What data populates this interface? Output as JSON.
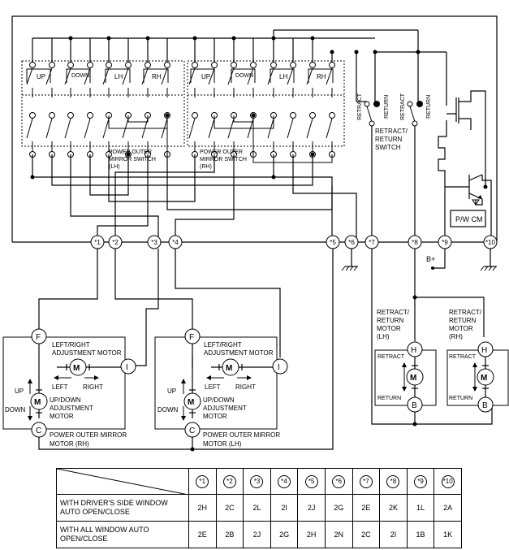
{
  "switch_labels": {
    "lh": {
      "up": "UP",
      "down": "DOWN",
      "lh": "LH",
      "rh": "RH",
      "name1": "POWER OUTER",
      "name2": "MIRROR SWITCH",
      "name3": "(LH)"
    },
    "rh": {
      "up": "UP",
      "down": "DOWN",
      "lh": "LH",
      "rh": "RH",
      "name1": "POWER OUTER",
      "name2": "MIRROR SWITCH",
      "name3": "(RH)"
    }
  },
  "retract_switch": {
    "retract1": "RETRACT",
    "return1": "RETURN",
    "retract2": "RETRACT",
    "return2": "RETURN",
    "name1": "RETRACT/",
    "name2": "RETURN",
    "name3": "SWITCH"
  },
  "pwcm": "P/W CM",
  "bplus": "B+",
  "connectors": [
    "*1",
    "*2",
    "*3",
    "*4",
    "*5",
    "*6",
    "*7",
    "*8",
    "*9",
    "*10"
  ],
  "mirror_rh": {
    "F": "F",
    "I": "I",
    "C": "C",
    "lr1": "LEFT/RIGHT",
    "lr2": "ADJUSTMENT MOTOR",
    "left": "LEFT",
    "right": "RIGHT",
    "up": "UP",
    "down": "DOWN",
    "ud1": "UP/DOWN",
    "ud2": "ADJUSTMENT",
    "ud3": "MOTOR",
    "name1": "POWER OUTER MIRROR",
    "name2": "MOTOR (RH)",
    "m": "M"
  },
  "mirror_lh": {
    "F": "F",
    "I": "I",
    "C": "C",
    "lr1": "LEFT/RIGHT",
    "lr2": "ADJUSTMENT MOTOR",
    "left": "LEFT",
    "right": "RIGHT",
    "up": "UP",
    "down": "DOWN",
    "ud1": "UP/DOWN",
    "ud2": "ADJUSTMENT",
    "ud3": "MOTOR",
    "name1": "POWER OUTER MIRROR",
    "name2": "MOTOR (LH)",
    "m": "M"
  },
  "retract_motor_lh": {
    "name1": "RETRACT/",
    "name2": "RETURN",
    "name3": "MOTOR",
    "name4": "(LH)",
    "H": "H",
    "B": "B",
    "retract": "RETRACT",
    "return": "RETURN",
    "m": "M"
  },
  "retract_motor_rh": {
    "name1": "RETRACT/",
    "name2": "RETURN",
    "name3": "MOTOR",
    "name4": "(RH)",
    "H": "H",
    "B": "B",
    "retract": "RETRACT",
    "return": "RETURN",
    "m": "M"
  },
  "table": {
    "headers": [
      "*1",
      "*2",
      "*3",
      "*4",
      "*5",
      "*6",
      "*7",
      "*8",
      "*9",
      "*10"
    ],
    "rows": [
      {
        "label1": "WITH DRIVER'S SIDE WINDOW",
        "label2": "AUTO OPEN/CLOSE",
        "values": [
          "2H",
          "2C",
          "2L",
          "2I",
          "2J",
          "2G",
          "2E",
          "2K",
          "1L",
          "2A"
        ]
      },
      {
        "label1": "WITH ALL WINDOW AUTO",
        "label2": "OPEN/CLOSE",
        "values": [
          "2E",
          "2B",
          "2J",
          "2G",
          "2H",
          "2N",
          "2C",
          "2I",
          "1B",
          "1K"
        ]
      }
    ]
  }
}
